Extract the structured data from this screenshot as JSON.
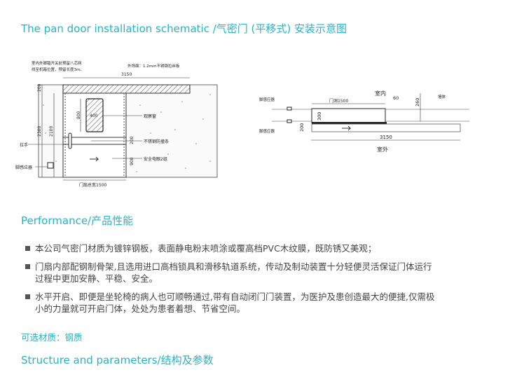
{
  "headings": {
    "schematic": "The pan door installation schematic /气密门 (平移式) 安装示意图",
    "performance": "Performance/产品性能",
    "structure": "Structure and parameters/结构及参数"
  },
  "front_view": {
    "note_line1": "室内外脚踏开关处预留八芯网",
    "note_line2": "线至机箱位置，预留长度3m。",
    "finish": "外饰面：1.2mm不锈钢拉丝板",
    "width_total": "3150",
    "header_h": "200",
    "total_h": "2300",
    "door_h": "2100",
    "window_h": "800",
    "window_w": "400",
    "window_label": "观察窗",
    "handle_label": "拉手",
    "bumper_label": "不锈钢防撞条",
    "bumper_h": "200",
    "eye_label": "安全电眼2组",
    "eye_h": "900",
    "sensor_label": "脚感应器",
    "door_width": "门扇总宽1500"
  },
  "plan_view": {
    "indoor": "室内",
    "outdoor": "室外",
    "gap": "60",
    "wall_depth": "260",
    "wall_label": "墙体",
    "opening": "门洞1500",
    "door_depth": "300",
    "slab": "200",
    "total": "3150",
    "sensor_top": "脚感应器",
    "sensor_bottom": "脚感应器"
  },
  "features": [
    "本公司气密门材质为镀锌钢板，表面静电粉末喷涂或覆高档PVC木纹膜，既防锈又美观；",
    "门扇内部配钢制骨架,且选用进口高档锁具和滑移轨道系统，传动及制动装置十分轻便灵活保证门体运行过程中更加安静、平稳、安全。",
    "水平开启、即便是坐轮椅的病人也可顺畅通过,带有自动闭门门装置，为医护及患创造最大的便捷,仅需极小的力量就可开启门体，处处为患者着想、节省空间。"
  ],
  "optional_material": "可选材质：钢质",
  "colors": {
    "accent": "#27b3c6",
    "text": "#444444"
  }
}
